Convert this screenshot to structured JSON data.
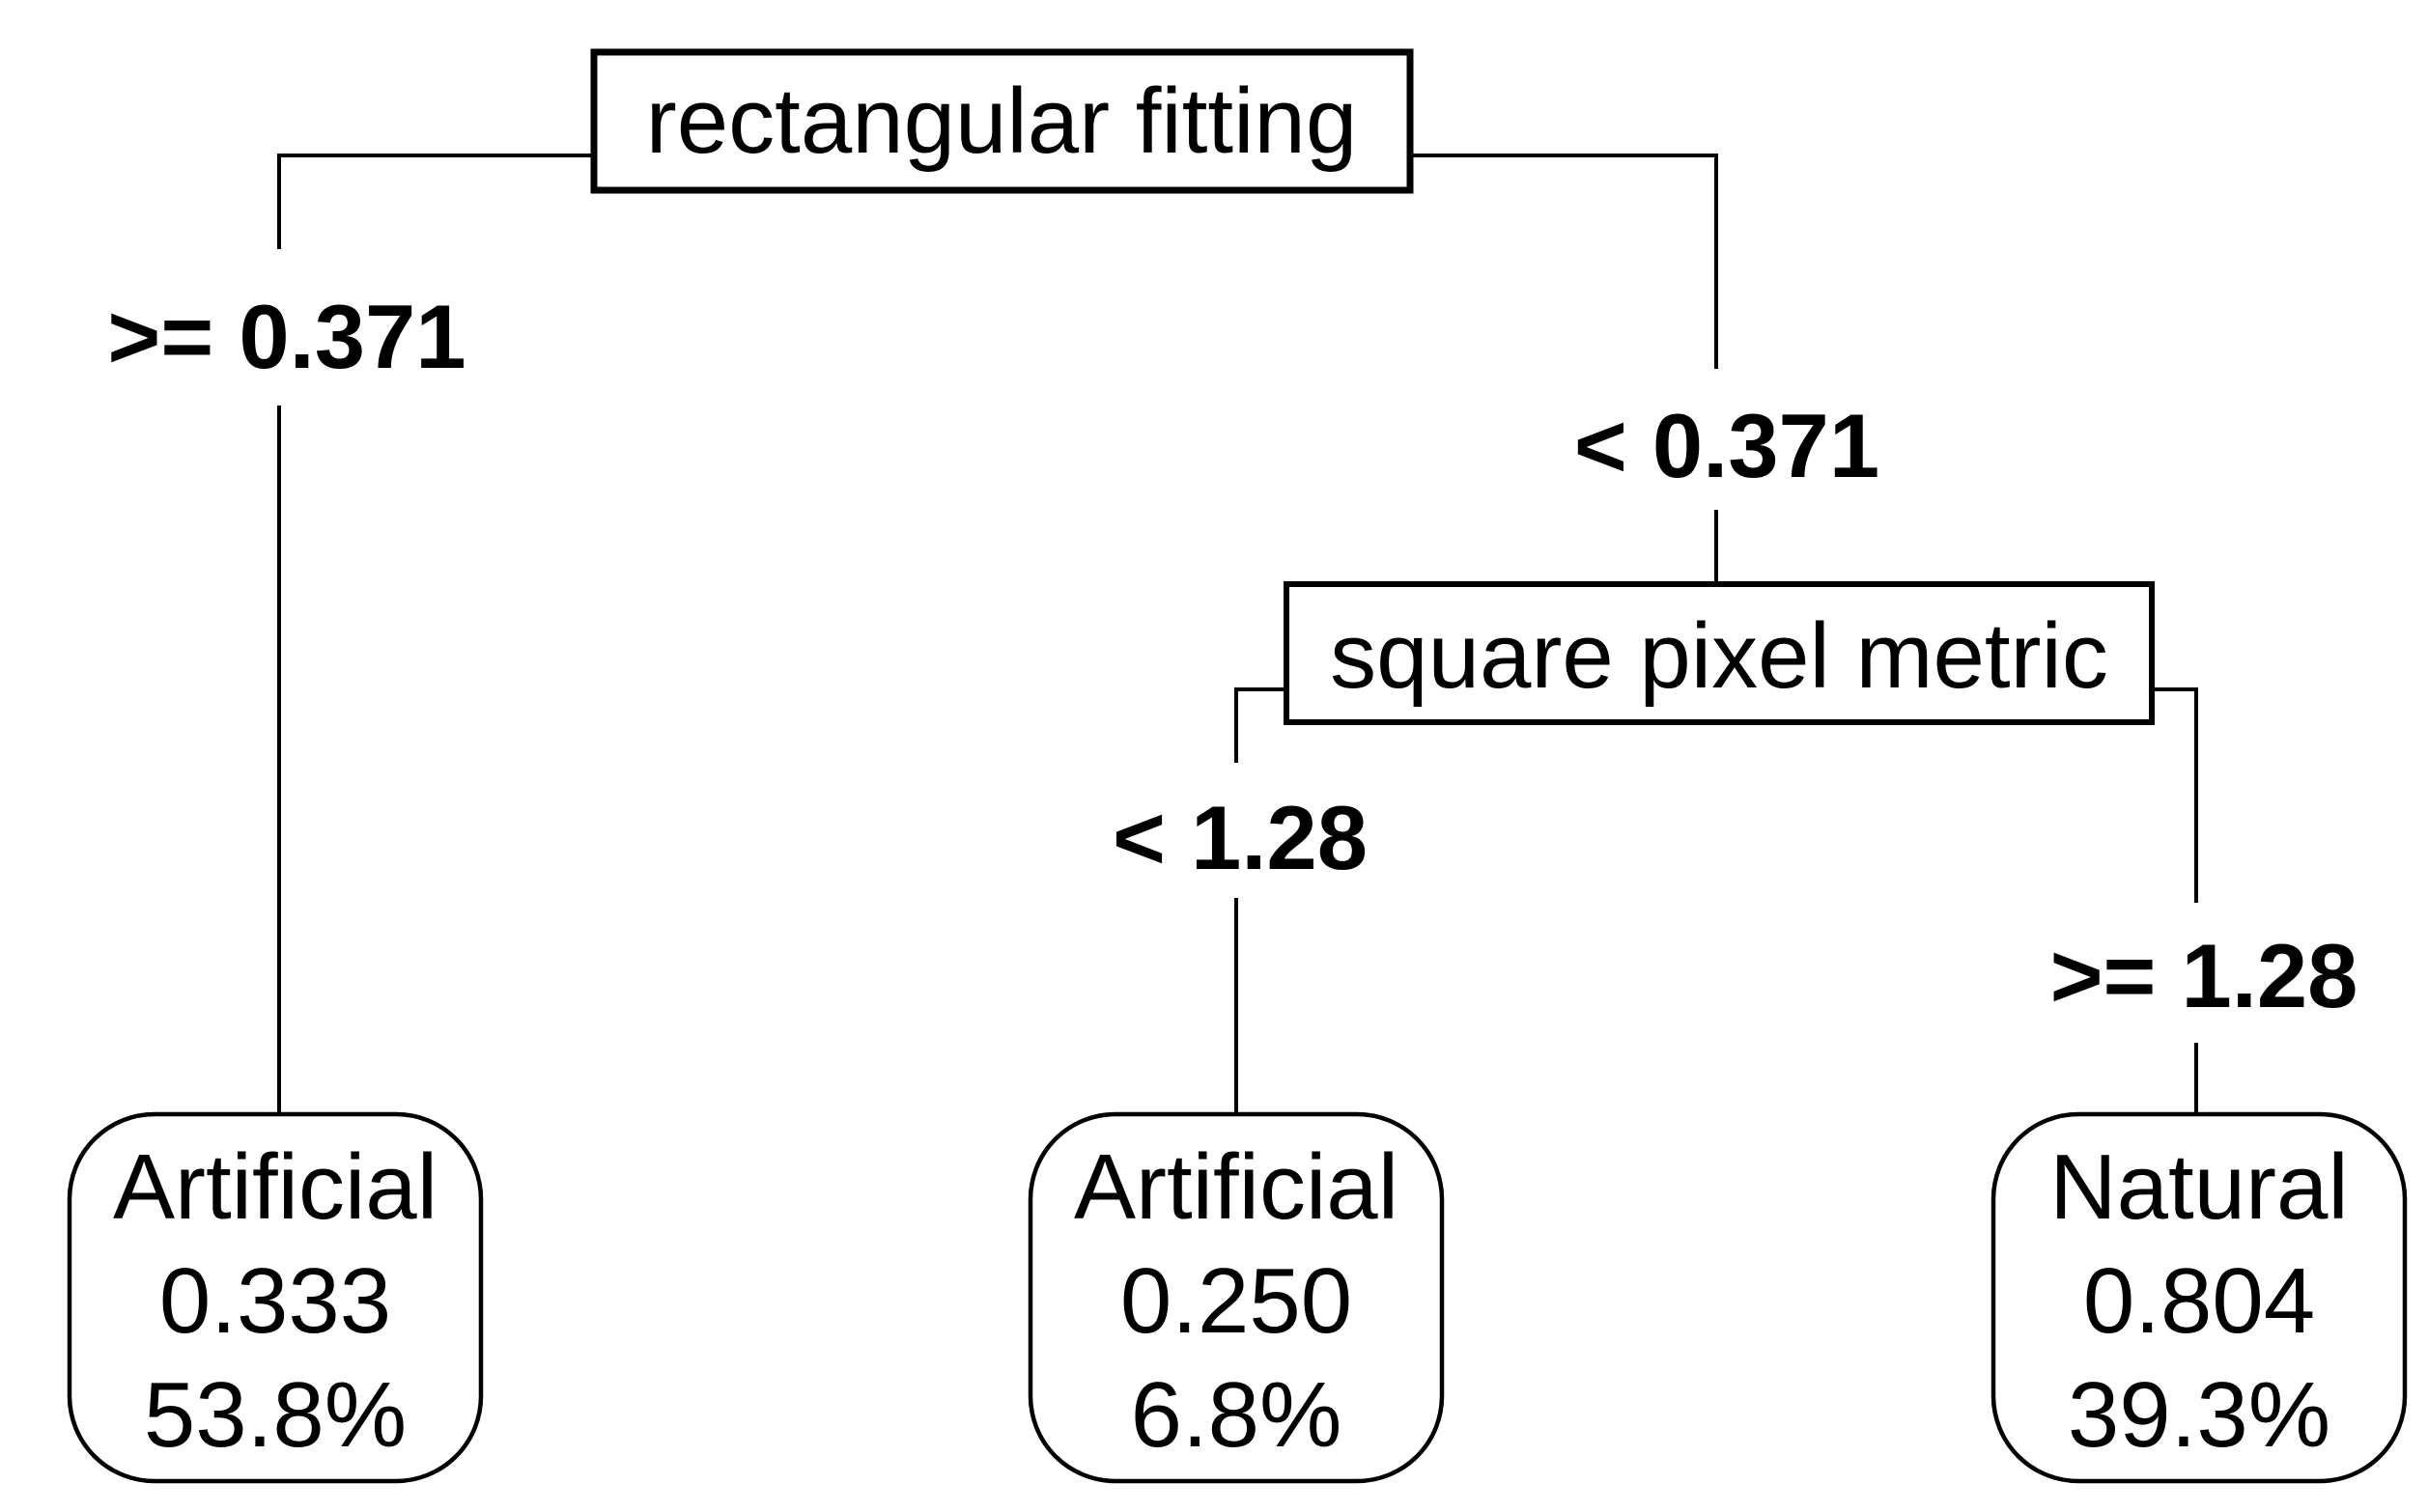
{
  "tree": {
    "type": "decision-tree",
    "colors": {
      "background": "#ffffff",
      "stroke": "#000000",
      "text": "#000000"
    },
    "root_node": {
      "label": "rectangular fitting"
    },
    "internal_node": {
      "label": "square pixel metric"
    },
    "edges": {
      "root_left": ">= 0.371",
      "root_right": "< 0.371",
      "internal_left": "< 1.28",
      "internal_right": ">= 1.28"
    },
    "leaves": [
      {
        "class": "Artificial",
        "probability": "0.333",
        "coverage": "53.8%"
      },
      {
        "class": "Artificial",
        "probability": "0.250",
        "coverage": "6.8%"
      },
      {
        "class": "Natural",
        "probability": "0.804",
        "coverage": "39.3%"
      }
    ]
  }
}
